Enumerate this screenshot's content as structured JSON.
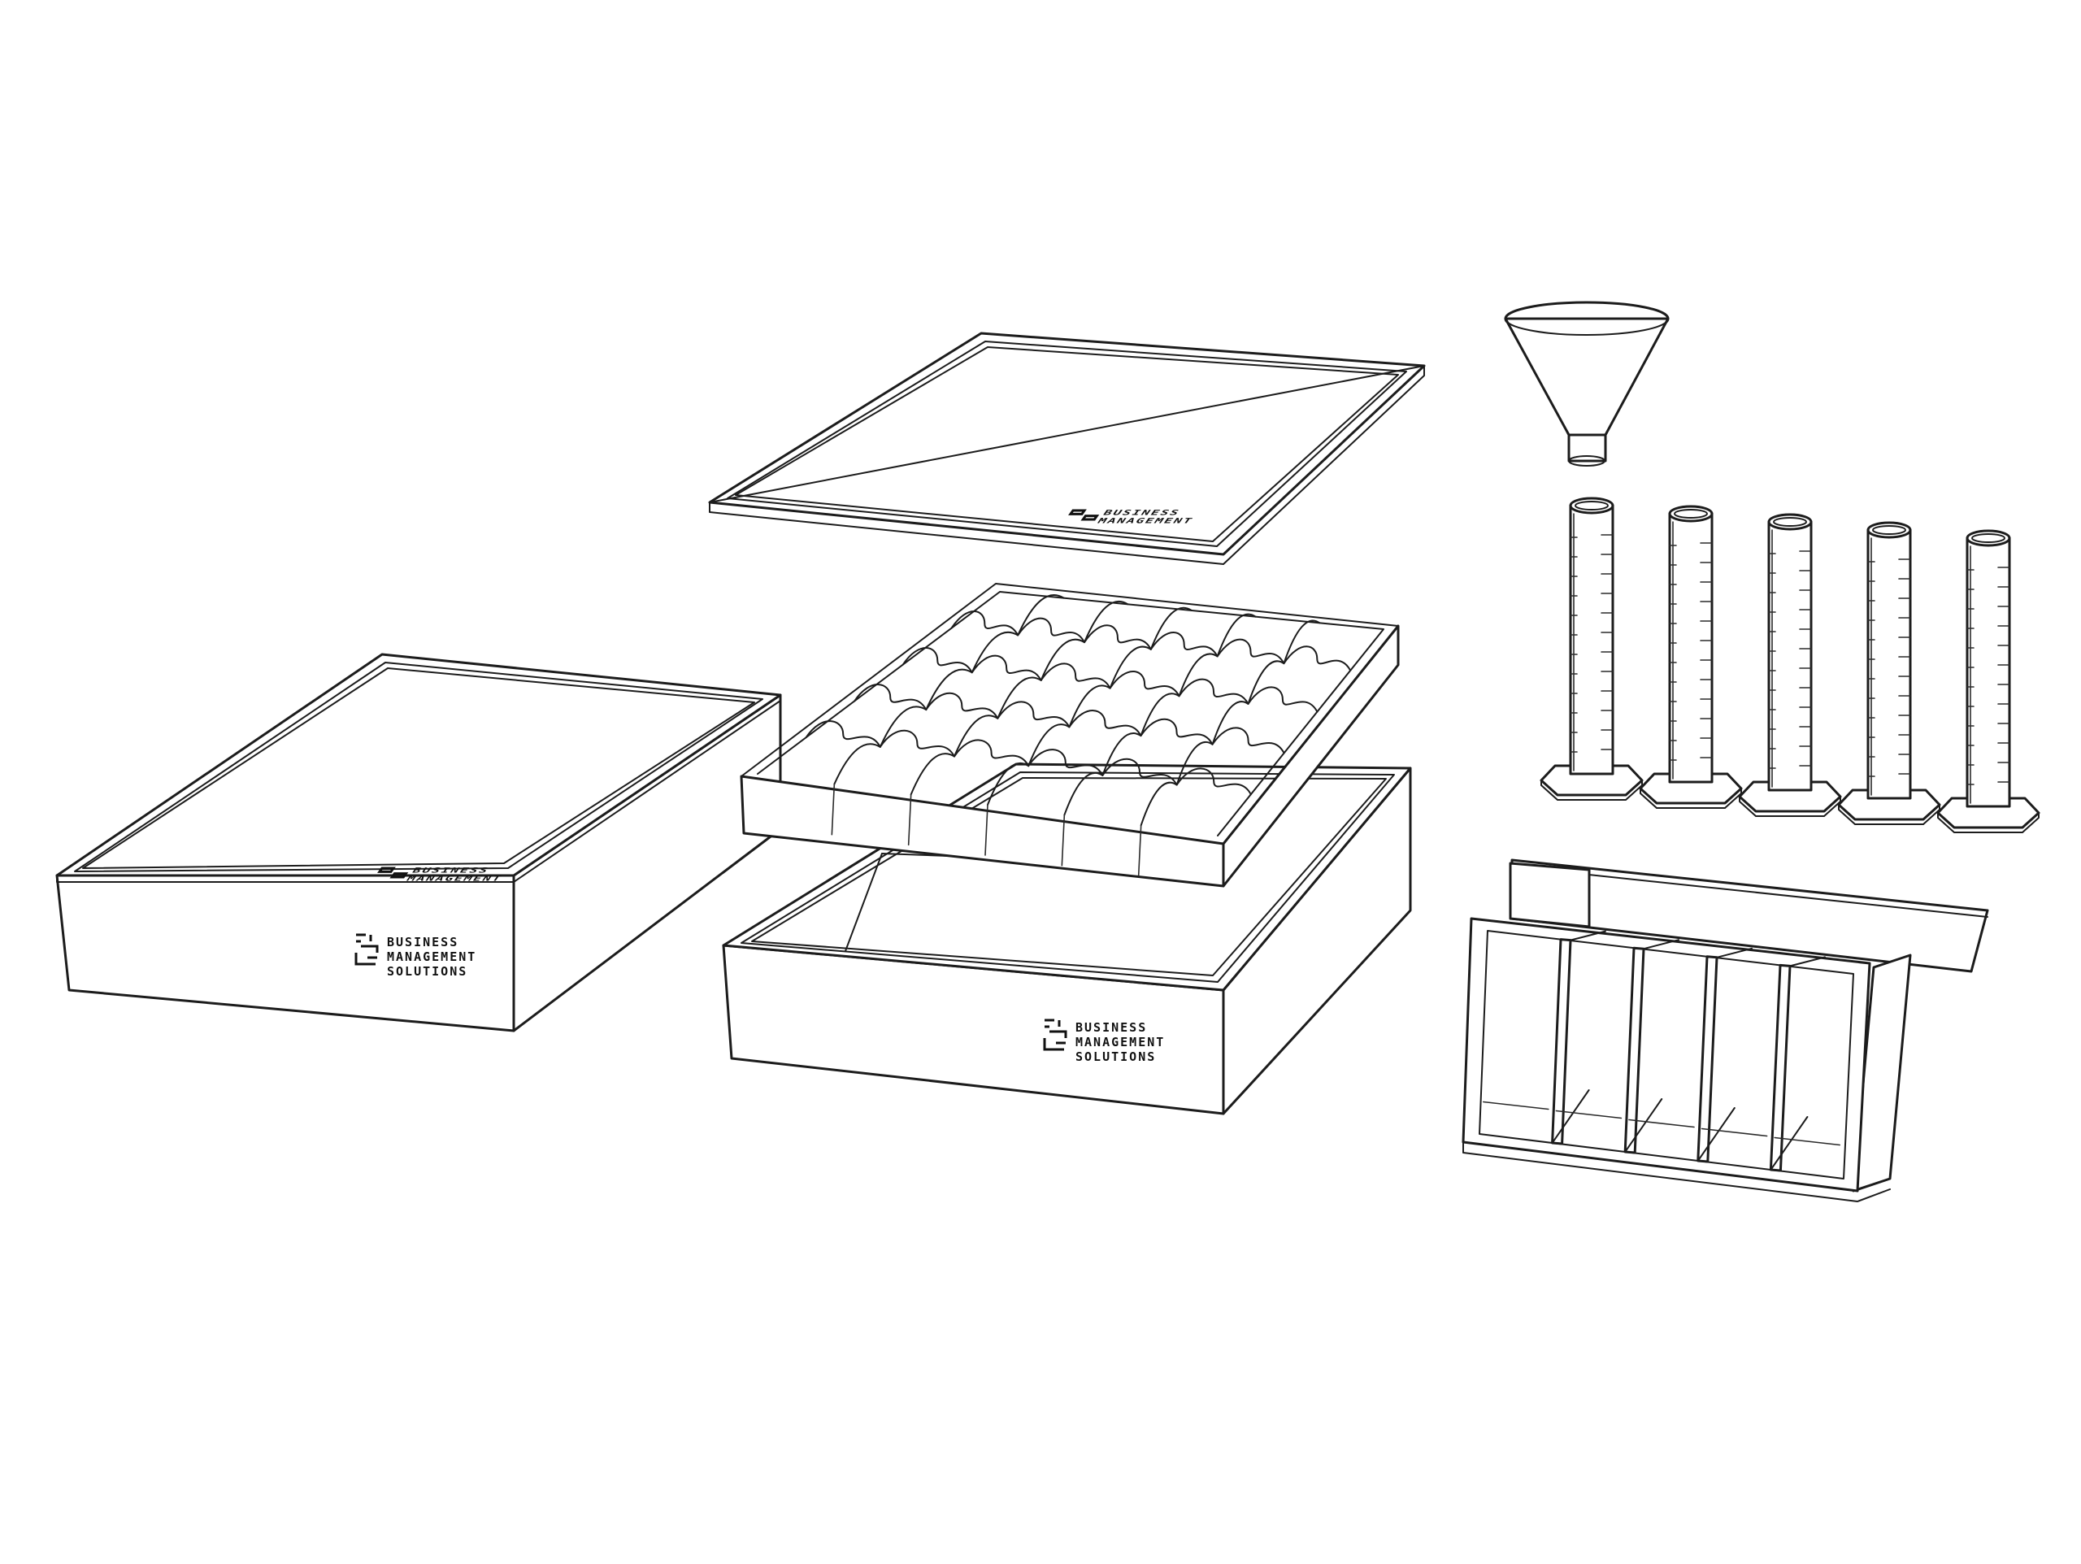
{
  "brand": {
    "line1": "BUSINESS",
    "line2": "MANAGEMENT",
    "line3": "SOLUTIONS"
  },
  "colors": {
    "line": "#1c1c1c",
    "background": "#ffffff"
  },
  "parts": {
    "cylinder_count": 5,
    "tray_columns": 6,
    "tray_rows": 5,
    "holder_slots": 5
  }
}
